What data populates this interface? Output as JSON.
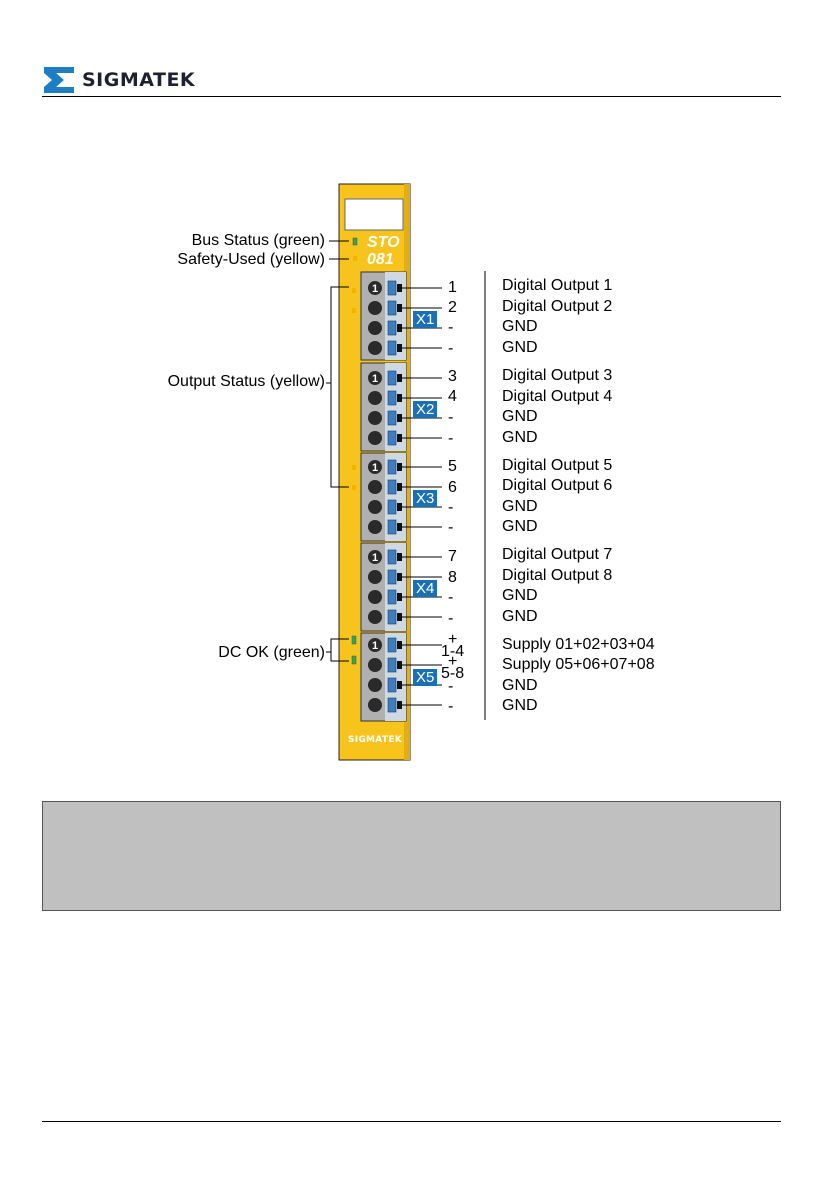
{
  "header": {
    "brand": "SIGMATEK"
  },
  "module": {
    "name": "STO",
    "number": "081",
    "brand": "SIGMATEK"
  },
  "left_labels": {
    "bus_status": "Bus Status (green)",
    "safety_used": "Safety-Used (yellow)",
    "output_status": "Output Status (yellow)",
    "dc_ok": "DC OK (green)"
  },
  "connectors": [
    {
      "label": "X1",
      "pins": [
        "1",
        "2",
        "-",
        "-"
      ],
      "descriptions": [
        "Digital Output 1",
        "Digital Output 2",
        "GND",
        "GND"
      ]
    },
    {
      "label": "X2",
      "pins": [
        "3",
        "4",
        "-",
        "-"
      ],
      "descriptions": [
        "Digital Output 3",
        "Digital Output 4",
        "GND",
        "GND"
      ]
    },
    {
      "label": "X3",
      "pins": [
        "5",
        "6",
        "-",
        "-"
      ],
      "descriptions": [
        "Digital Output 5",
        "Digital Output 6",
        "GND",
        "GND"
      ]
    },
    {
      "label": "X4",
      "pins": [
        "7",
        "8",
        "-",
        "-"
      ],
      "descriptions": [
        "Digital Output 7",
        "Digital Output 8",
        "GND",
        "GND"
      ]
    },
    {
      "label": "X5",
      "pins": [
        "+",
        "1-4",
        "+",
        "5-8",
        "-",
        "-"
      ],
      "descriptions": [
        "Supply 01+02+03+04",
        "Supply 05+06+07+08",
        "GND",
        "GND"
      ]
    }
  ],
  "colors": {
    "module_yellow": "#f7c41d",
    "module_dark": "#d9a400",
    "terminal_gray": "#a8a8a8",
    "connector_label": "#1a6fb5",
    "led_green": "#2fa84f",
    "led_yellow": "#f2b400",
    "note_box": "#c0c0c0"
  },
  "icons": [
    "sigmatek-logo-icon",
    "terminal-screw-icon",
    "pin-one-icon"
  ]
}
